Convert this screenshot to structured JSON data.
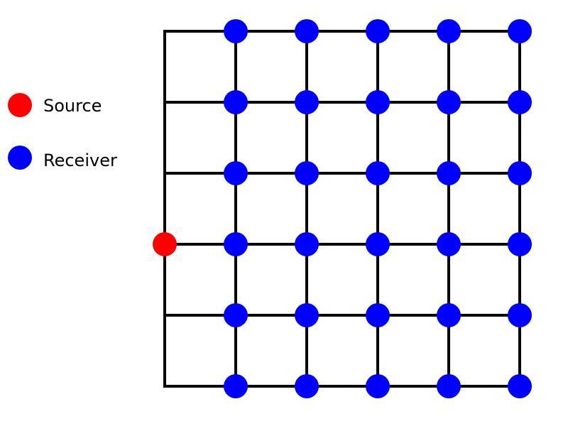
{
  "colors": {
    "source": "#ff0000",
    "receiver": "#0000ff",
    "grid_line": "#000000",
    "background": "#ffffff"
  },
  "legend": {
    "source_label": "Source",
    "receiver_label": "Receiver"
  },
  "grid": {
    "columns": 6,
    "rows": 6
  },
  "source_node": {
    "col": 0,
    "row": 3
  },
  "receiver_nodes": {
    "cols": [
      1,
      2,
      3,
      4,
      5
    ],
    "rows": [
      0,
      1,
      2,
      3,
      4,
      5
    ]
  }
}
